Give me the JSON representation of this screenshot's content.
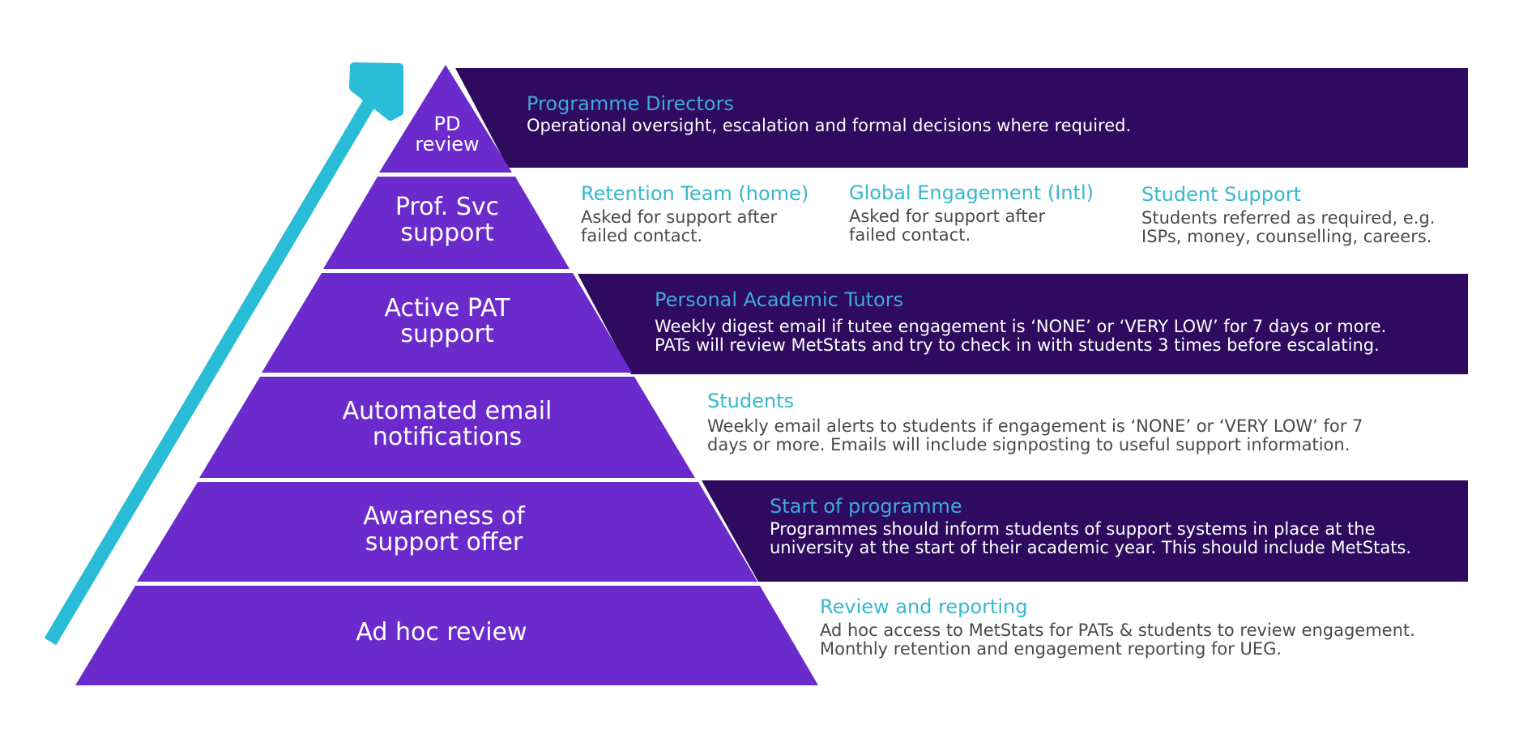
{
  "colors": {
    "tier_fill": "#6b2bcc",
    "bar_fill": "#2e0b5e",
    "arrow": "#29bcd6",
    "heading_on_dark": "#3fa9e0",
    "heading_on_light": "#35b8cf",
    "text_on_dark": "#ffffff",
    "text_on_light": "#4a4a4a"
  },
  "arrow": {
    "icon": "arrow-up-right-icon",
    "meaning": "escalation"
  },
  "tiers": [
    {
      "label_lines": [
        "PD",
        "review"
      ]
    },
    {
      "label_lines": [
        "Prof. Svc",
        "support"
      ]
    },
    {
      "label_lines": [
        "Active PAT",
        "support"
      ]
    },
    {
      "label_lines": [
        "Automated email",
        "notifications"
      ]
    },
    {
      "label_lines": [
        "Awareness of",
        "support offer"
      ]
    },
    {
      "label_lines": [
        "Ad hoc review"
      ]
    }
  ],
  "details": {
    "pd": {
      "title": "Programme Directors",
      "desc": "Operational oversight, escalation and formal decisions where required."
    },
    "prof_svc": [
      {
        "title": "Retention Team (home)",
        "desc_lines": [
          "Asked for support after",
          "failed contact."
        ]
      },
      {
        "title": "Global Engagement (Intl)",
        "desc_lines": [
          "Asked for support after",
          "failed contact."
        ]
      },
      {
        "title": "Student Support",
        "desc_lines": [
          "Students referred as required, e.g.",
          "ISPs, money, counselling, careers."
        ]
      }
    ],
    "pat": {
      "title": "Personal Academic Tutors",
      "desc_lines": [
        "Weekly digest email if tutee engagement is ‘NONE’ or ‘VERY LOW’ for 7 days or more.",
        "PATs will review MetStats and try to check in with students 3 times before escalating."
      ]
    },
    "students": {
      "title": "Students",
      "desc_lines": [
        "Weekly email alerts to students if engagement is ‘NONE’ or ‘VERY LOW’ for 7",
        "days or more. Emails will include signposting to useful support information."
      ]
    },
    "start": {
      "title": "Start of programme",
      "desc_lines": [
        "Programmes should inform students of support systems in place at the",
        "university at the start of their academic year. This should include MetStats."
      ]
    },
    "review": {
      "title": "Review and reporting",
      "desc_lines": [
        "Ad hoc access to MetStats for PATs & students to review engagement.",
        "Monthly retention and engagement reporting for UEG."
      ]
    }
  }
}
